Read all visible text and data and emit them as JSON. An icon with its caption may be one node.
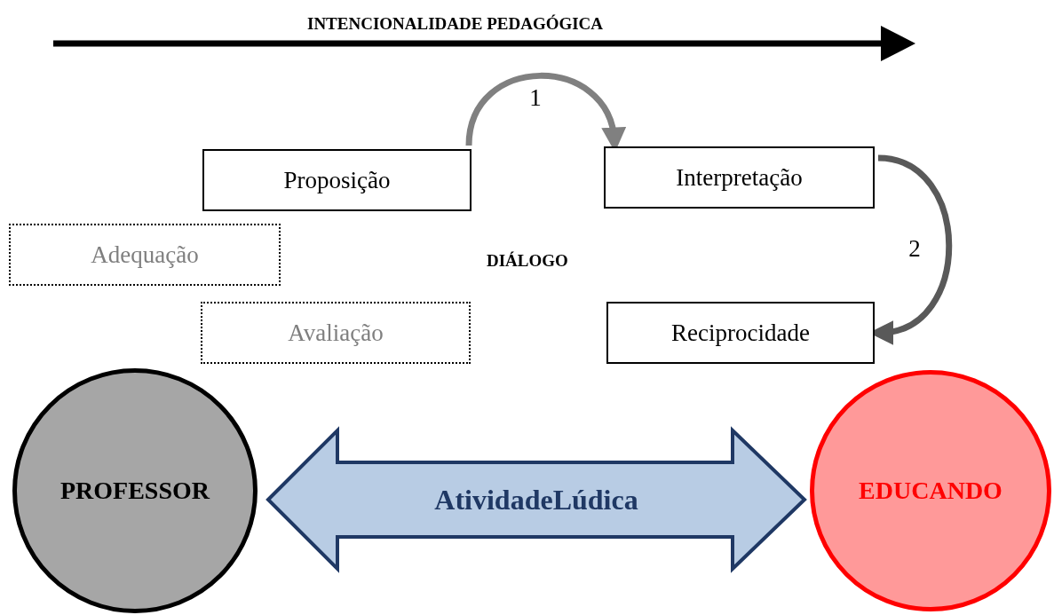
{
  "diagram": {
    "nodes": [
      {
        "text": [
          "Proposição"
        ]
      },
      {
        "text": [
          "Interpretação"
        ]
      },
      {
        "text": [
          "Adequação"
        ]
      },
      {
        "text": [
          "Avaliação"
        ]
      },
      {
        "text": [
          "Reciprocidade"
        ]
      },
      {
        "text": [
          "PROFESSOR"
        ]
      },
      {
        "text": [
          "EDUCANDO"
        ]
      }
    ],
    "edges": [
      {
        "from": 0,
        "to": 1,
        "arrow": "to",
        "label": "1",
        "color": "#808080"
      },
      {
        "from": 1,
        "to": 4,
        "arrow": "to",
        "label": "2",
        "color": "#595959"
      },
      {
        "from": 5,
        "to": 6,
        "arrow": "both",
        "label": "AtividadeLúdica",
        "color": "#1f3864"
      }
    ],
    "labels": [
      "INTENCIONALIDADE PEDAGÓGICA",
      "DIÁLOGO"
    ]
  }
}
